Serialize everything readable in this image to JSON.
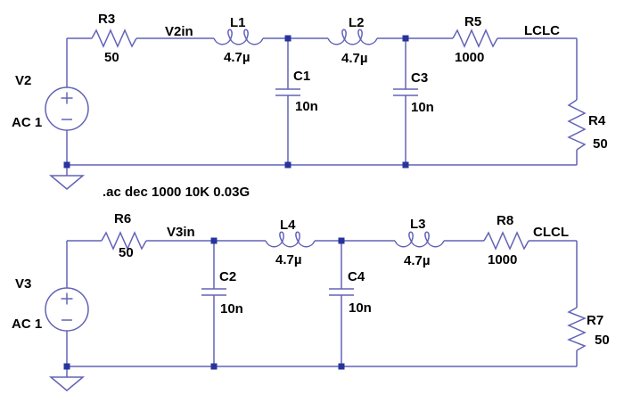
{
  "schematic": {
    "directive": ".ac dec 1000 10K 0.03G",
    "colors": {
      "wire": "#6262b8",
      "junction": "#27349c",
      "text": "#000000",
      "background": "#ffffff"
    },
    "top": {
      "source": {
        "ref": "V2",
        "value": "AC 1"
      },
      "rin": {
        "ref": "R3",
        "value": "50"
      },
      "input_net": "V2in",
      "l1": {
        "ref": "L1",
        "value": "4.7µ"
      },
      "c1": {
        "ref": "C1",
        "value": "10n"
      },
      "l2": {
        "ref": "L2",
        "value": "4.7µ"
      },
      "c3": {
        "ref": "C3",
        "value": "10n"
      },
      "rout": {
        "ref": "R5",
        "value": "1000"
      },
      "output_net": "LCLC",
      "rload": {
        "ref": "R4",
        "value": "50"
      }
    },
    "bottom": {
      "source": {
        "ref": "V3",
        "value": "AC 1"
      },
      "rin": {
        "ref": "R6",
        "value": "50"
      },
      "input_net": "V3in",
      "c2": {
        "ref": "C2",
        "value": "10n"
      },
      "l4": {
        "ref": "L4",
        "value": "4.7µ"
      },
      "c4": {
        "ref": "C4",
        "value": "10n"
      },
      "l3": {
        "ref": "L3",
        "value": "4.7µ"
      },
      "rout": {
        "ref": "R8",
        "value": "1000"
      },
      "output_net": "CLCL",
      "rload": {
        "ref": "R7",
        "value": "50"
      }
    }
  }
}
